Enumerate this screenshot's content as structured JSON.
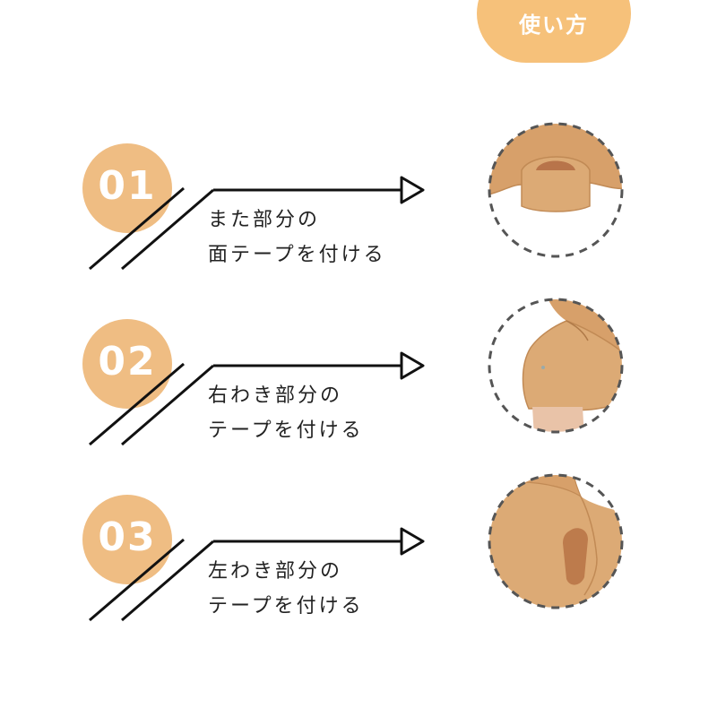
{
  "header": {
    "title": "使い方"
  },
  "steps": [
    {
      "number": "01",
      "line1": "また部分の",
      "line2": "面テープを付ける",
      "photo_icon": "crotch-tape-photo"
    },
    {
      "number": "02",
      "line1": "右わき部分の",
      "line2": "テープを付ける",
      "photo_icon": "right-armpit-tape-photo"
    },
    {
      "number": "03",
      "line1": "左わき部分の",
      "line2": "テープを付ける",
      "photo_icon": "left-armpit-tape-photo"
    }
  ],
  "colors": {
    "header_tab": "#f6c17a",
    "step_circle": "#efbd83",
    "garment": "#d7a06a",
    "tape_patch": "#bd7b4c"
  }
}
